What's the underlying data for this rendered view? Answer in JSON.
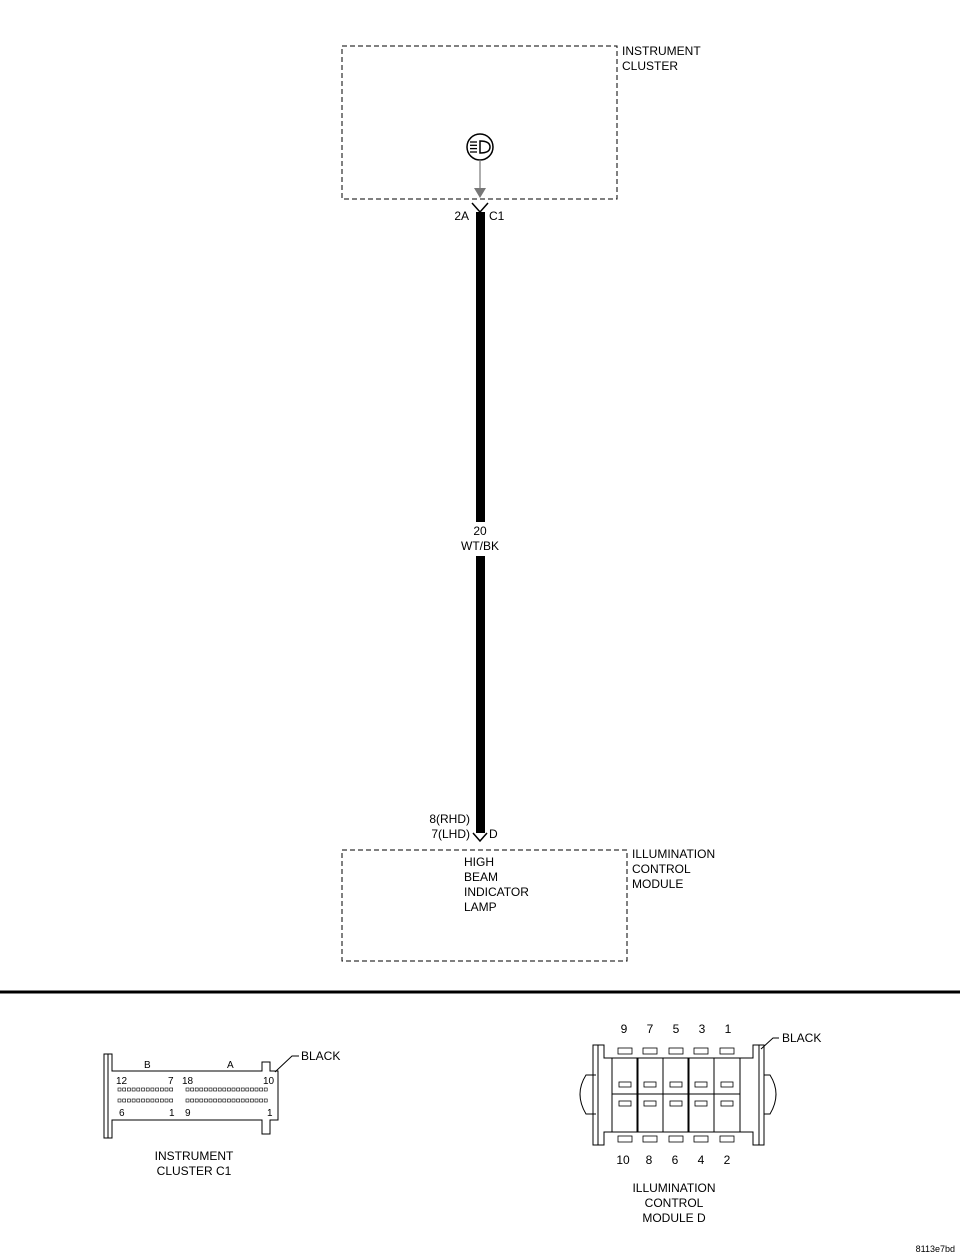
{
  "instrument_cluster": {
    "label_line1": "INSTRUMENT",
    "label_line2": "CLUSTER",
    "icon": "high-beam-indicator-icon"
  },
  "wire": {
    "top_pin": "2A",
    "top_connector": "C1",
    "gauge": "20",
    "color_code": "WT/BK",
    "bottom_pin_rhd": "8(RHD)",
    "bottom_pin_lhd": "7(LHD)",
    "bottom_connector": "D"
  },
  "illumination_module": {
    "label_line1": "ILLUMINATION",
    "label_line2": "CONTROL",
    "label_line3": "MODULE",
    "lamp_line1": "HIGH",
    "lamp_line2": "BEAM",
    "lamp_line3": "INDICATOR",
    "lamp_line4": "LAMP"
  },
  "connector_c1": {
    "color": "BLACK",
    "row_b": "B",
    "row_a": "A",
    "pin_12": "12",
    "pin_7": "7",
    "pin_18": "18",
    "pin_10": "10",
    "pin_6": "6",
    "pin_1_left": "1",
    "pin_9": "9",
    "pin_1_right": "1",
    "caption_line1": "INSTRUMENT",
    "caption_line2": "CLUSTER C1"
  },
  "connector_d": {
    "color": "BLACK",
    "top_pins": [
      "9",
      "7",
      "5",
      "3",
      "1"
    ],
    "bottom_pins": [
      "10",
      "8",
      "6",
      "4",
      "2"
    ],
    "caption_line1": "ILLUMINATION",
    "caption_line2": "CONTROL",
    "caption_line3": "MODULE D"
  },
  "figure_id": "8113e7bd"
}
